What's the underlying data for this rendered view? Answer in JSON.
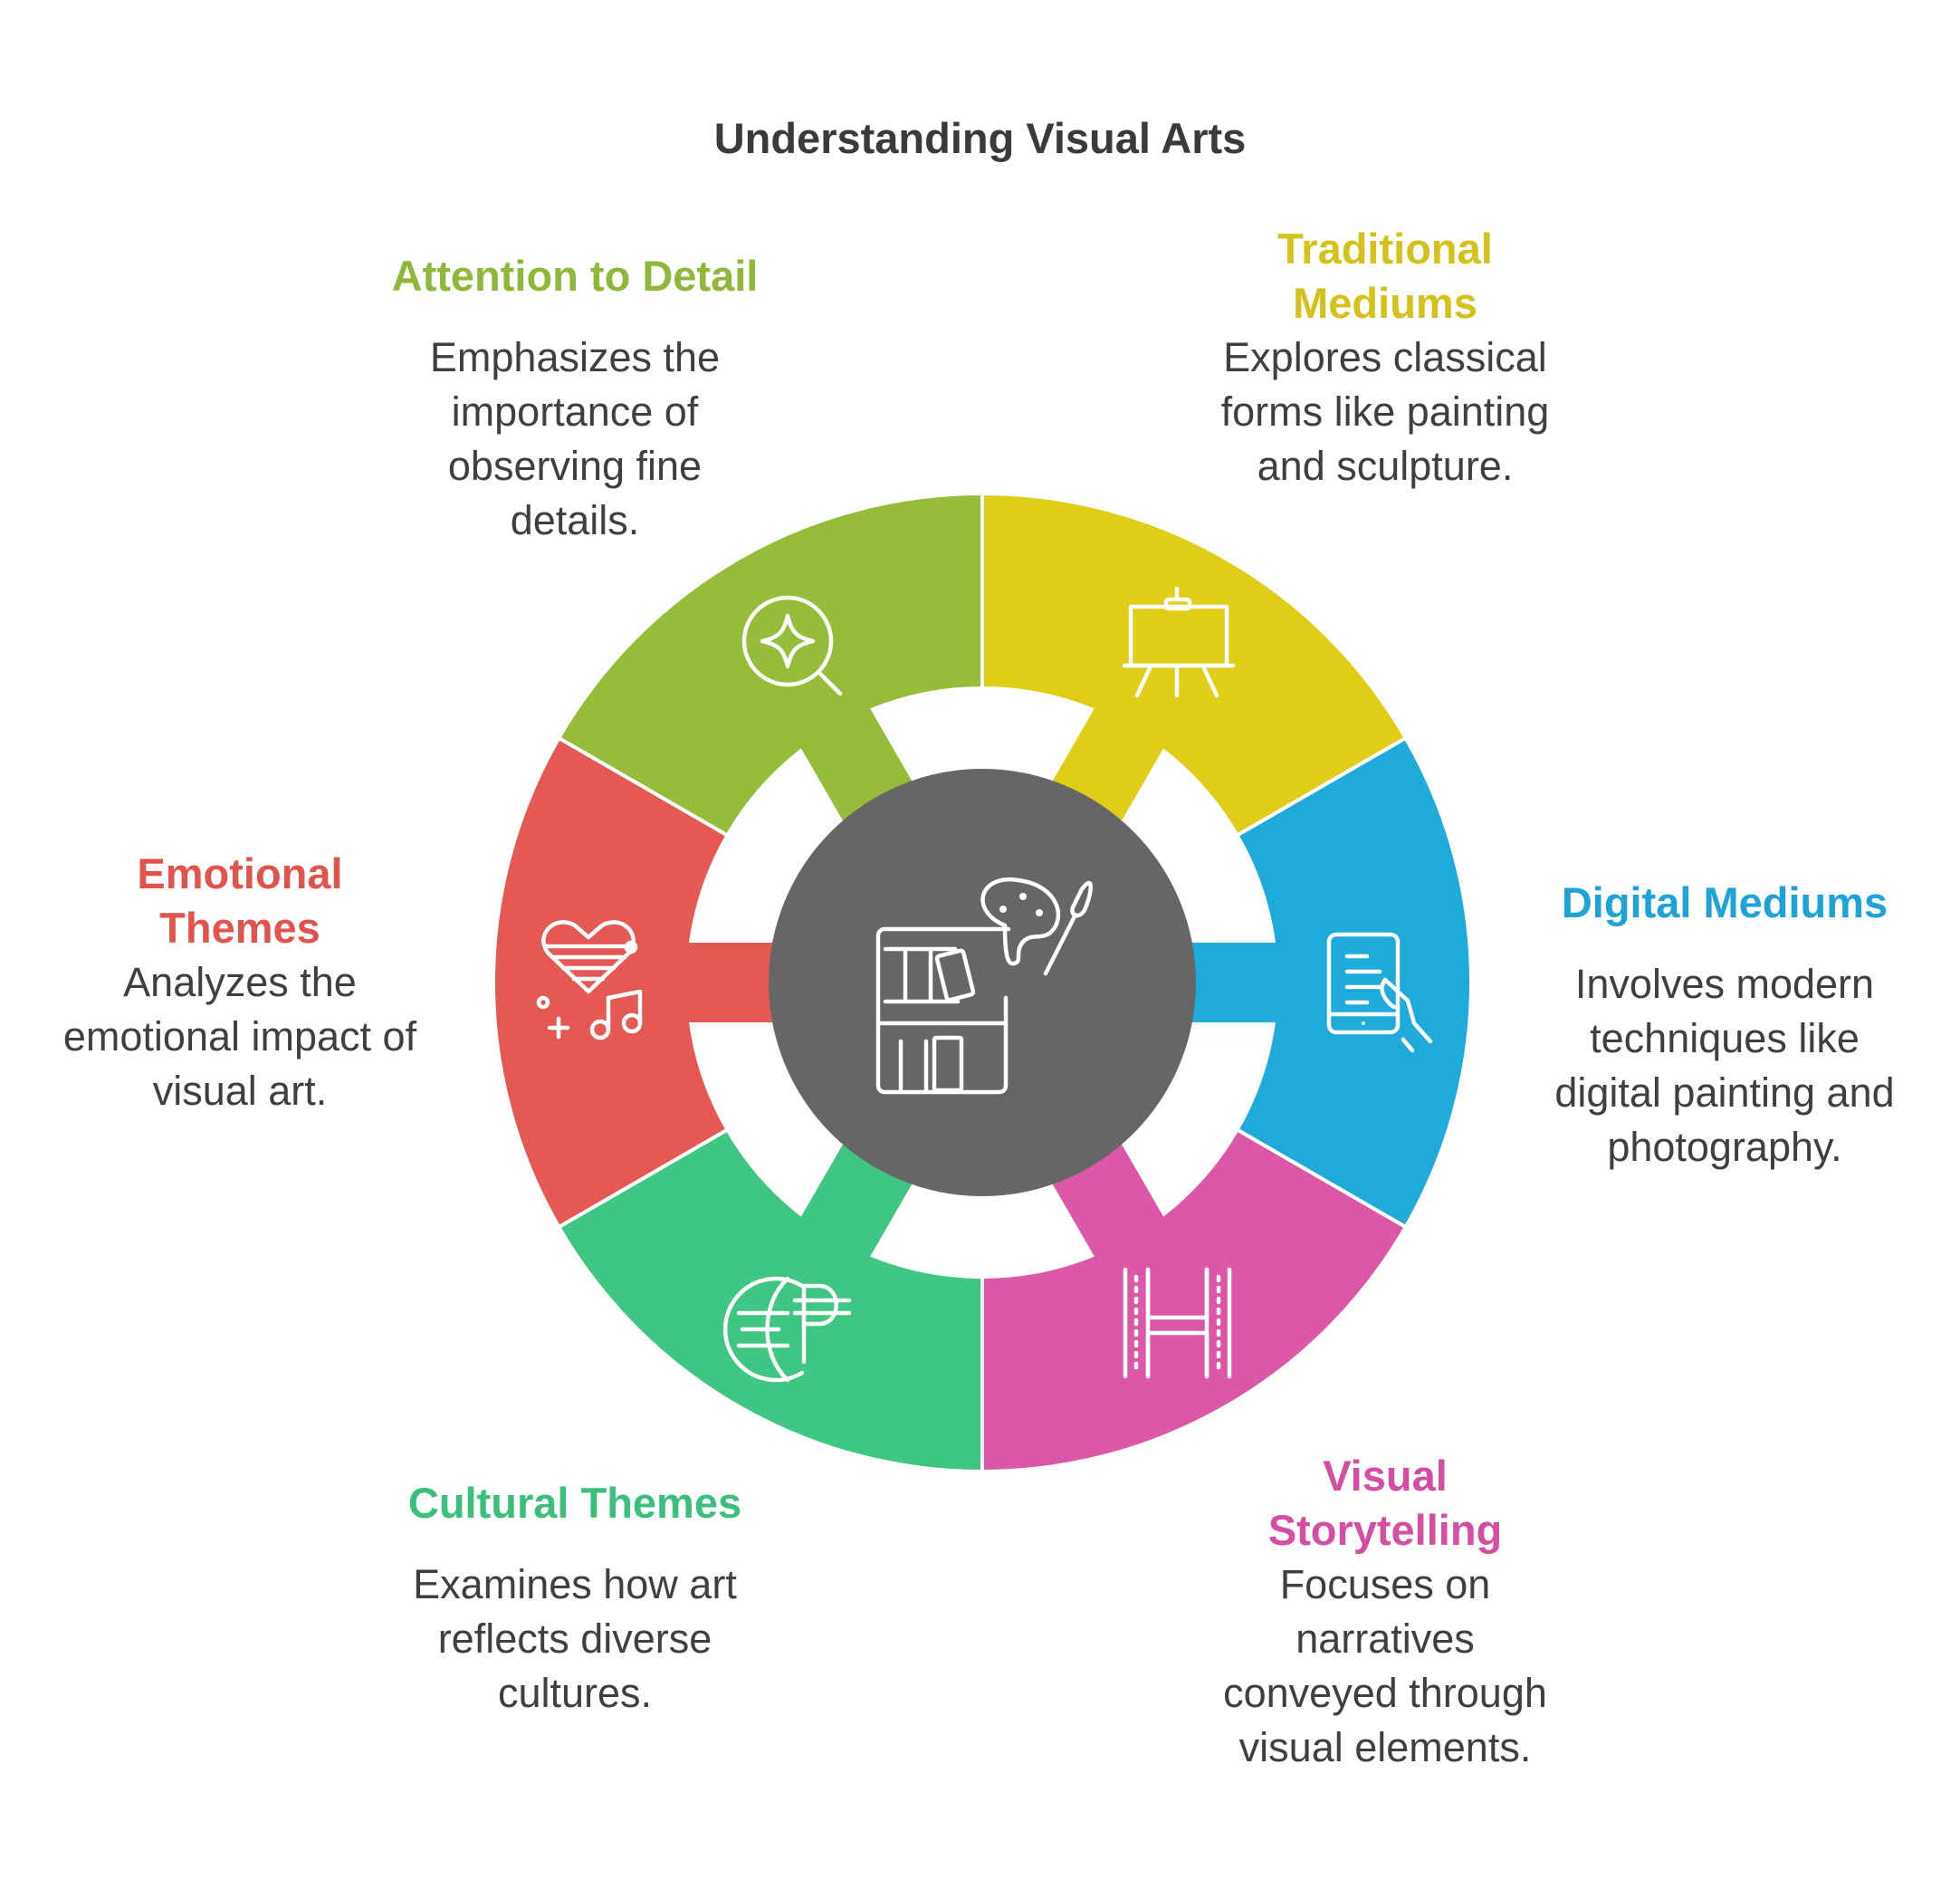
{
  "title": "Understanding Visual Arts",
  "center_icon": "art-supplies-icon",
  "segments": [
    {
      "key": "traditional",
      "heading": "Traditional Mediums",
      "description": "Explores classical forms like painting and sculpture.",
      "color": "#dfcd18",
      "text_color": "#d4c11a",
      "icon": "easel-icon"
    },
    {
      "key": "digital",
      "heading": "Digital Mediums",
      "description": "Involves modern techniques like digital painting and photography.",
      "color": "#1fabd9",
      "text_color": "#1fa2d6",
      "icon": "tablet-hand-icon"
    },
    {
      "key": "storytelling",
      "heading": "Visual Storytelling",
      "description": "Focuses on narratives conveyed through visual elements.",
      "color": "#dd57a8",
      "text_color": "#d64ea2",
      "icon": "film-strip-icon"
    },
    {
      "key": "cultural",
      "heading": "Cultural Themes",
      "description": "Examines how art reflects diverse cultures.",
      "color": "#3fc682",
      "text_color": "#3bbf7d",
      "icon": "globe-currency-icon"
    },
    {
      "key": "emotional",
      "heading": "Emotional Themes",
      "description": "Analyzes the emotional impact of visual art.",
      "color": "#e45953",
      "text_color": "#e2534e",
      "icon": "heart-music-icon"
    },
    {
      "key": "attention",
      "heading": "Attention to Detail",
      "description": "Emphasizes the importance of observing fine details.",
      "color": "#95bd3a",
      "text_color": "#8fb83a",
      "icon": "magnifier-sparkle-icon"
    }
  ],
  "center_color": "#666666"
}
